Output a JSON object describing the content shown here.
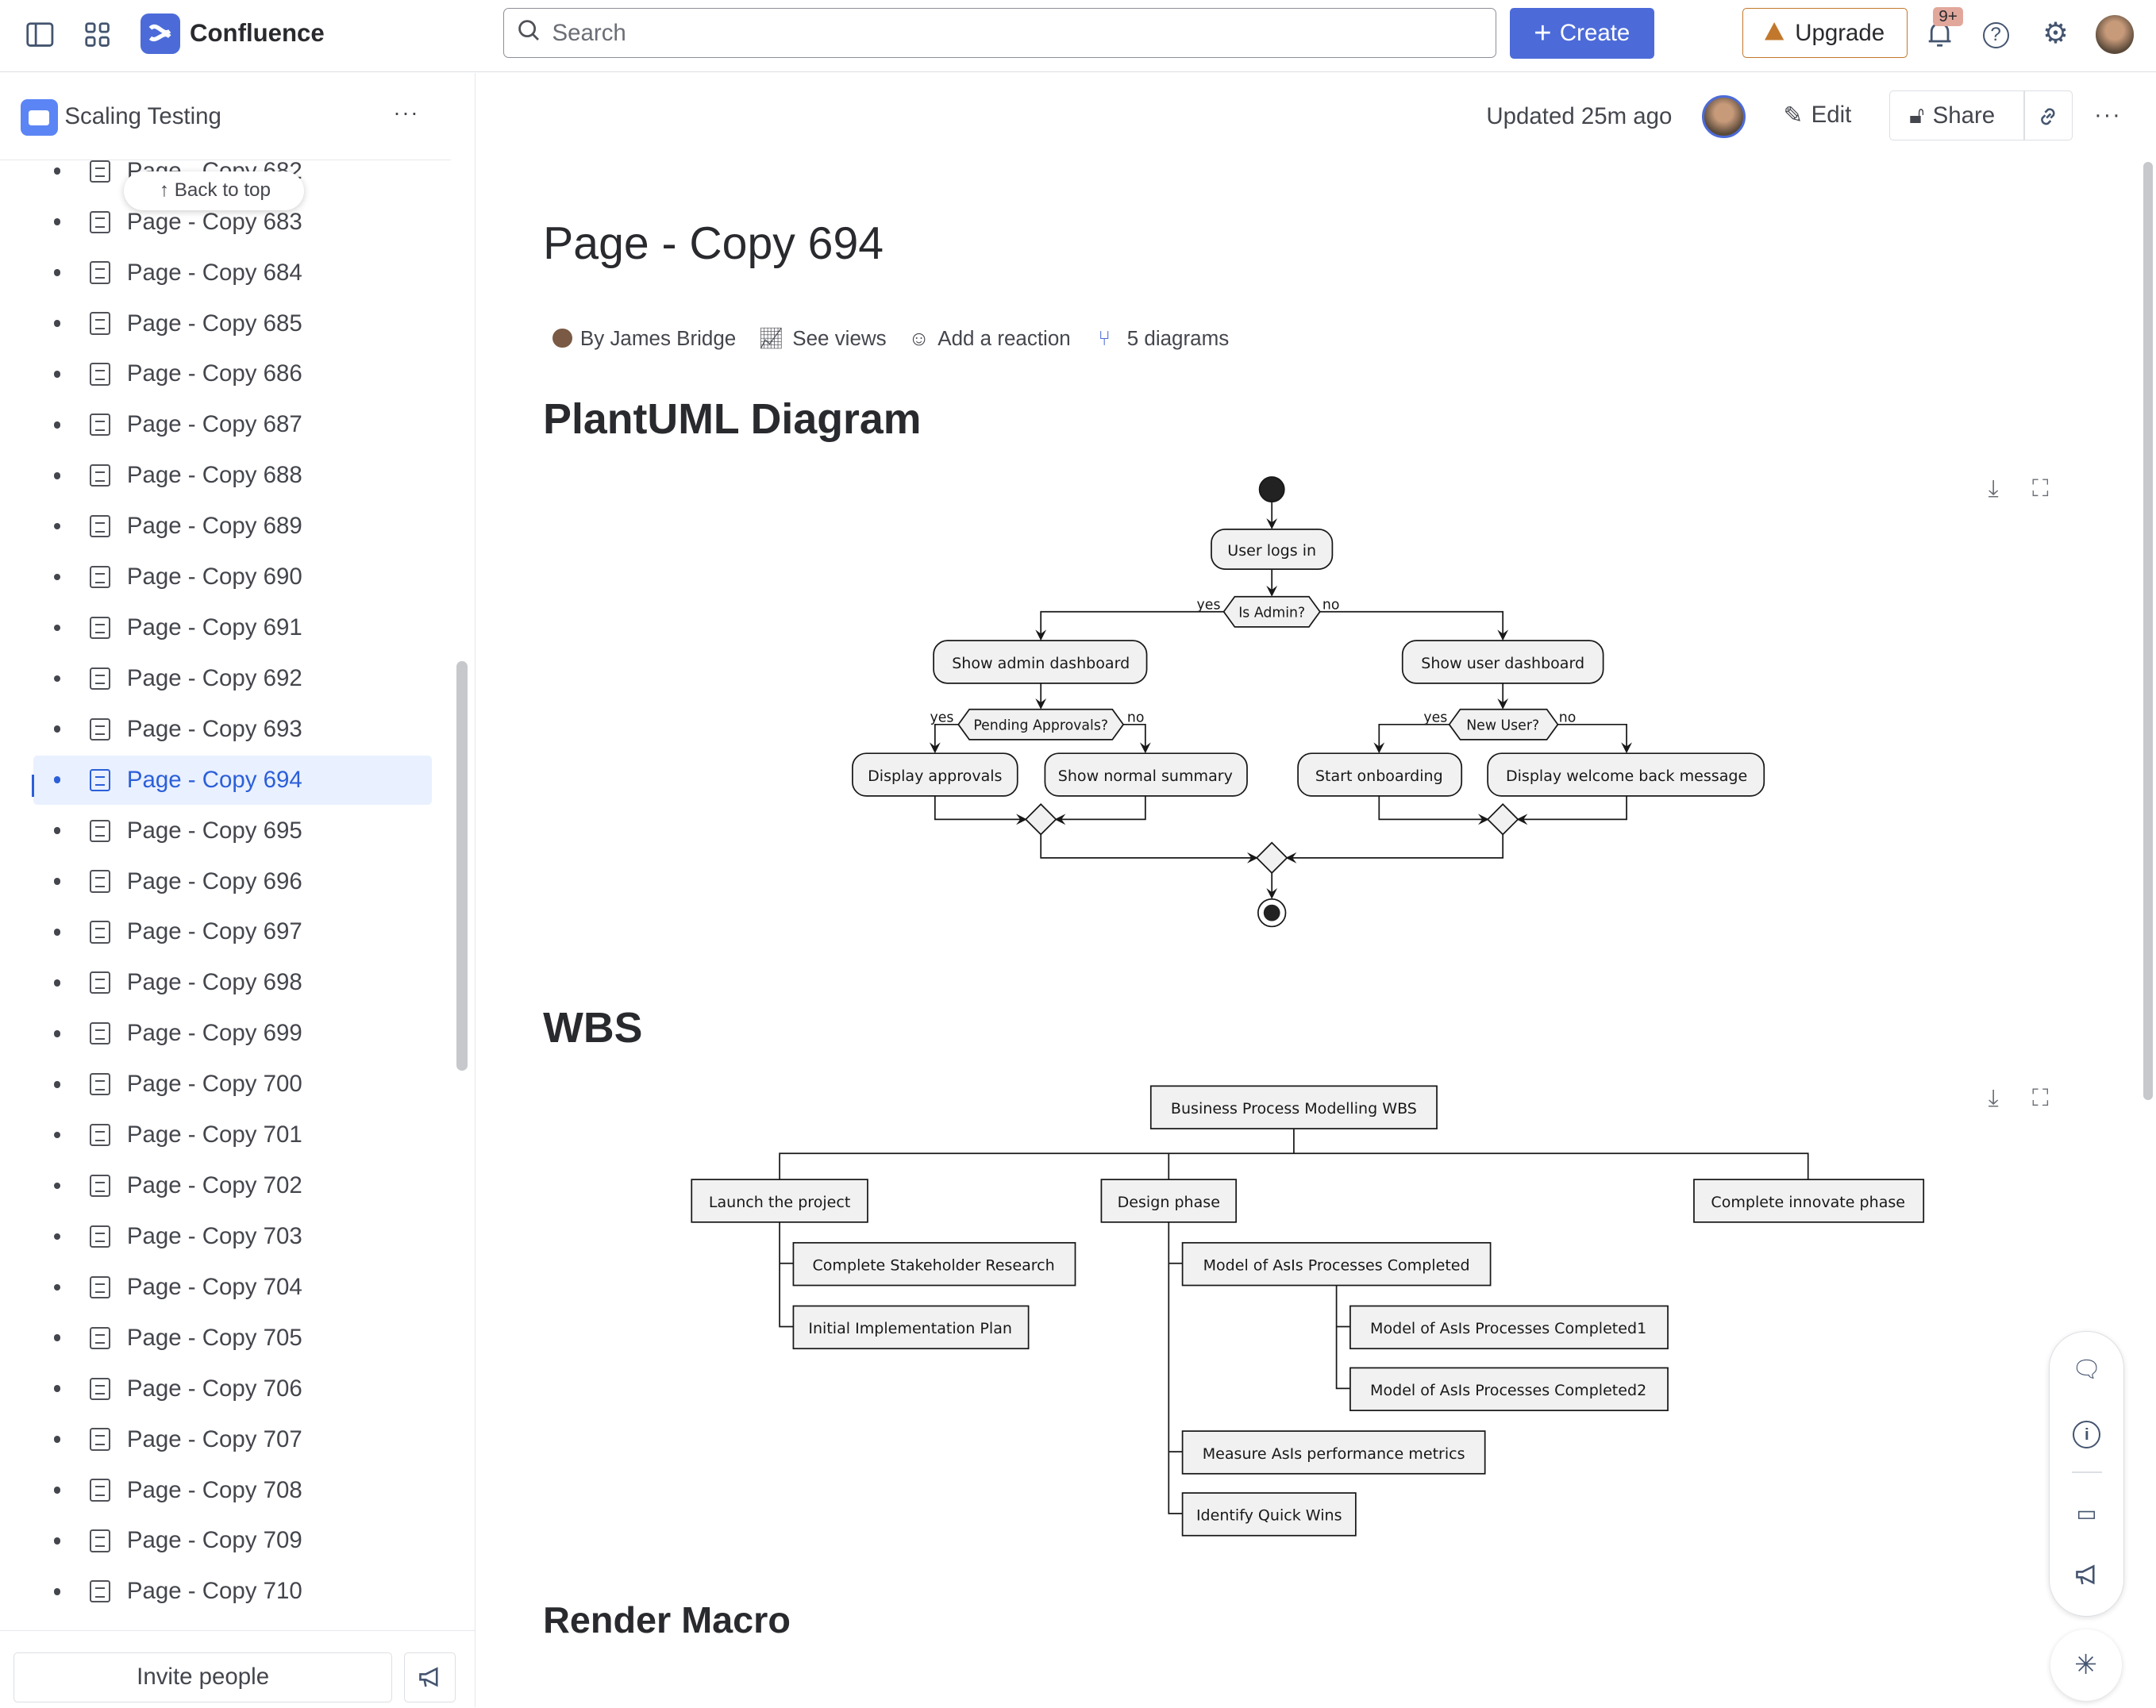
{
  "header": {
    "app_name": "Confluence",
    "search_placeholder": "Search",
    "create_label": "Create",
    "upgrade_label": "Upgrade",
    "notification_count": "9+"
  },
  "sidebar": {
    "space_name": "Scaling Testing",
    "back_to_top": "Back to top",
    "invite_label": "Invite people",
    "items": [
      "Page - Copy 682",
      "Page - Copy 683",
      "Page - Copy 684",
      "Page - Copy 685",
      "Page - Copy 686",
      "Page - Copy 687",
      "Page - Copy 688",
      "Page - Copy 689",
      "Page - Copy 690",
      "Page - Copy 691",
      "Page - Copy 692",
      "Page - Copy 693",
      "Page - Copy 694",
      "Page - Copy 695",
      "Page - Copy 696",
      "Page - Copy 697",
      "Page - Copy 698",
      "Page - Copy 699",
      "Page - Copy 700",
      "Page - Copy 701",
      "Page - Copy 702",
      "Page - Copy 703",
      "Page - Copy 704",
      "Page - Copy 705",
      "Page - Copy 706",
      "Page - Copy 707",
      "Page - Copy 708",
      "Page - Copy 709",
      "Page - Copy 710"
    ],
    "active_item": "Page - Copy 694"
  },
  "page_toolbar": {
    "updated": "Updated 25m ago",
    "edit_label": "Edit",
    "share_label": "Share"
  },
  "page": {
    "title": "Page - Copy 694",
    "author": "By James Bridge",
    "see_views": "See views",
    "add_reaction": "Add a reaction",
    "diagrams": "5 diagrams",
    "sections": [
      "PlantUML Diagram",
      "WBS",
      "Render Macro"
    ]
  },
  "plantuml": {
    "user_logs_in": "User logs in",
    "is_admin": "Is Admin?",
    "yes": "yes",
    "no": "no",
    "admin_dash": "Show admin dashboard",
    "user_dash": "Show user dashboard",
    "pending": "Pending Approvals?",
    "new_user": "New User?",
    "display_approvals": "Display approvals",
    "normal_summary": "Show normal summary",
    "onboarding": "Start onboarding",
    "welcome": "Display welcome back message"
  },
  "wbs": {
    "root": "Business Process Modelling WBS",
    "launch": "Launch the project",
    "design": "Design phase",
    "innovate": "Complete innovate phase",
    "stakeholder": "Complete Stakeholder Research",
    "impl_plan": "Initial Implementation Plan",
    "model": "Model of AsIs Processes Completed",
    "model1": "Model of AsIs Processes Completed1",
    "model2": "Model of AsIs Processes Completed2",
    "measure": "Measure AsIs performance metrics",
    "quick_wins": "Identify Quick Wins"
  },
  "colors": {
    "accent": "#4c6bd9",
    "upgrade_border": "#c2782c",
    "active_bg": "#e9f0ff",
    "diagram_fill": "#f1f1f1"
  }
}
